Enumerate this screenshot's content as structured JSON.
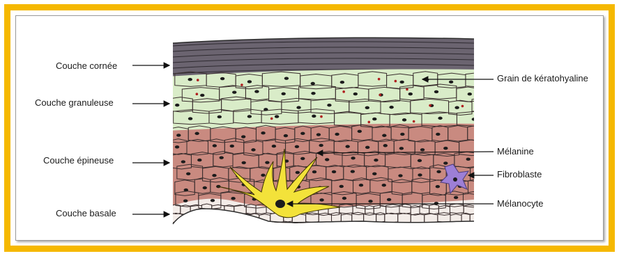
{
  "labels_left": {
    "couche_cornee": "Couche cornée",
    "couche_granuleuse": "Couche granuleuse",
    "couche_epineuse": "Couche épineuse",
    "couche_basale": "Couche basale"
  },
  "labels_right": {
    "grain": "Grain de kératohyaline",
    "melanine": "Mélanine",
    "fibroblaste": "Fibroblaste",
    "melanocyte": "Mélanocyte"
  },
  "colors": {
    "frame": "#f5b800",
    "corneum": "#6b6470",
    "granulosum": "#d9ecc8",
    "spinosum": "#c98a80",
    "basale": "#f3ece8",
    "melanocyte": "#f3e23a",
    "fibroblast": "#9d7fd6",
    "grain": "#b01e1e"
  }
}
